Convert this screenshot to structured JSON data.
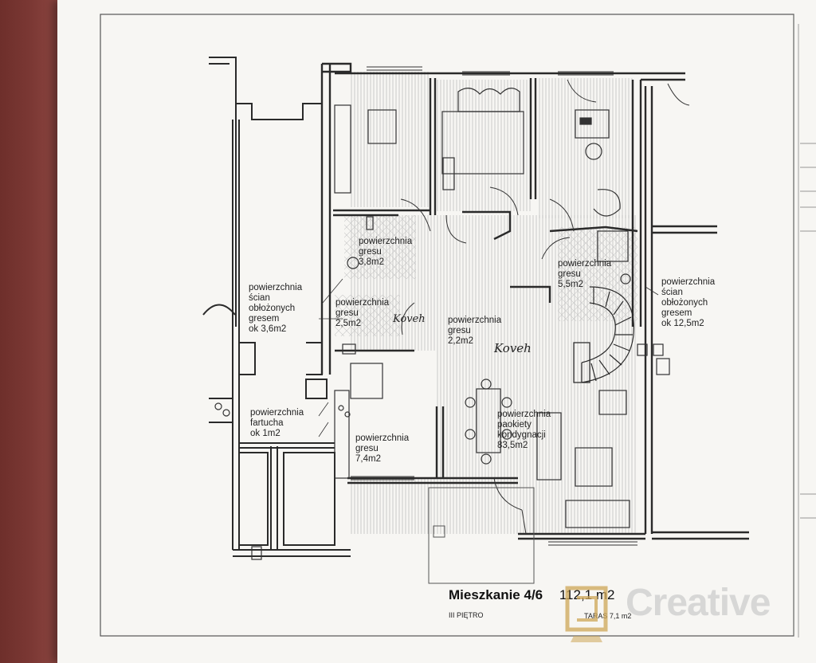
{
  "labels": {
    "r1": [
      "powierzchnia",
      "gresu",
      "3,8m2"
    ],
    "r2": [
      "powierzchnia",
      "ścian",
      "obłożonych",
      "gresem",
      "ok  3,6m2"
    ],
    "r3": [
      "powierzchnia",
      "gresu",
      "2,5m2"
    ],
    "r4": [
      "powierzchnia",
      "gresu",
      "2,2m2"
    ],
    "r5": [
      "powierzchnia",
      "gresu",
      "5,5m2"
    ],
    "r6": [
      "powierzchnia",
      "ścian",
      "obłożonych",
      "gresem",
      "ok  12,5m2"
    ],
    "r7": [
      "powierzchnia",
      "fartucha",
      "ok 1m2"
    ],
    "r8": [
      "powierzchnia",
      "gresu",
      "7,4m2"
    ],
    "r9": [
      "powierzchnia",
      "paokiety",
      "kondygnacji",
      "83,5m2"
    ]
  },
  "handwritten": {
    "a": "Koveh",
    "b": "Koveh"
  },
  "title": {
    "name": "Mieszkanie 4/6",
    "area": "112,1 m2"
  },
  "subtitle": {
    "floor": "III PIĘTRO",
    "terrace": "TARAS 7,1 m2"
  },
  "watermark": "Creative",
  "colors": {
    "wall": "#2a2a2a",
    "paper": "#f7f6f3",
    "edge": "#7b3834"
  }
}
